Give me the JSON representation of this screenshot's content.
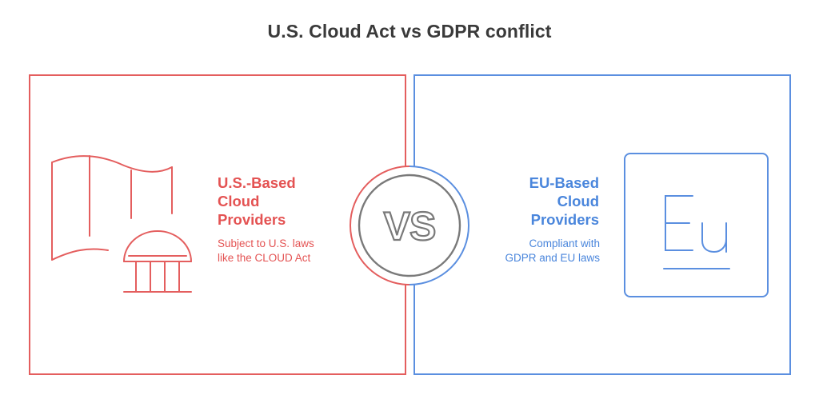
{
  "title": "U.S. Cloud Act vs GDPR conflict",
  "vs_label": "VS",
  "left": {
    "heading_lines": [
      "U.S.-Based",
      "Cloud",
      "Providers"
    ],
    "description_lines": [
      "Subject to U.S. laws",
      "like the CLOUD Act"
    ],
    "color": "#e45353",
    "icon": "flag-capitol-icon"
  },
  "right": {
    "heading_lines": [
      "EU-Based",
      "Cloud",
      "Providers"
    ],
    "description_lines": [
      "Compliant with",
      "GDPR and EU laws"
    ],
    "color": "#4a86dc",
    "icon": "eu-icon",
    "icon_text": "Eu"
  }
}
